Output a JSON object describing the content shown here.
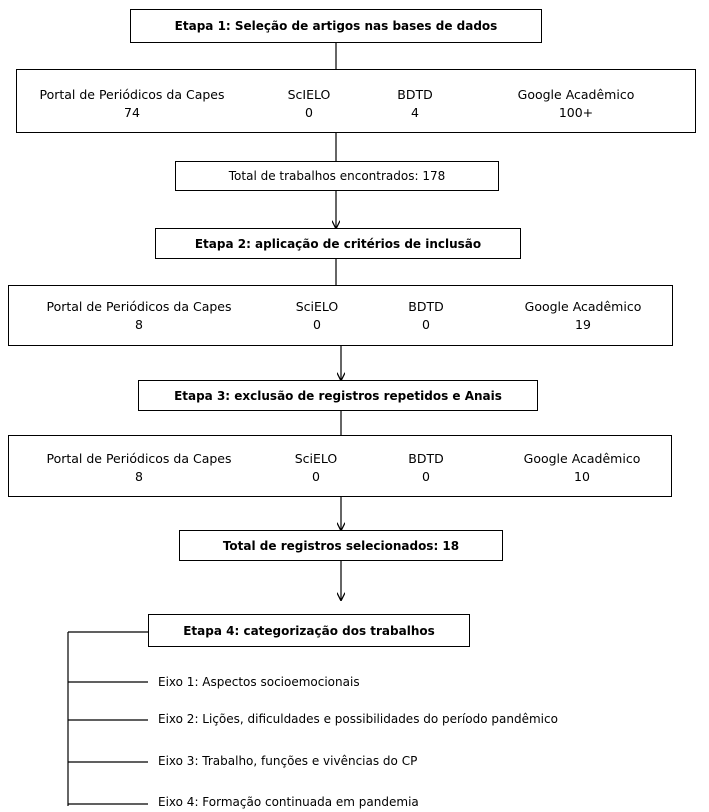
{
  "stage1": {
    "title": "Etapa 1: Seleção de artigos nas bases de dados",
    "databases": [
      {
        "name": "Portal de Periódicos da Capes",
        "count": "74"
      },
      {
        "name": "ScIELO",
        "count": "0"
      },
      {
        "name": "BDTD",
        "count": "4"
      },
      {
        "name": "Google Acadêmico",
        "count": "100+"
      }
    ],
    "total": "Total de trabalhos encontrados: 178"
  },
  "stage2": {
    "title": "Etapa 2: aplicação de critérios de inclusão",
    "databases": [
      {
        "name": "Portal de Periódicos da Capes",
        "count": "8"
      },
      {
        "name": "SciELO",
        "count": "0"
      },
      {
        "name": "BDTD",
        "count": "0"
      },
      {
        "name": "Google Acadêmico",
        "count": "19"
      }
    ]
  },
  "stage3": {
    "title": "Etapa 3: exclusão de registros repetidos e Anais",
    "databases": [
      {
        "name": "Portal de Periódicos da Capes",
        "count": "8"
      },
      {
        "name": "SciELO",
        "count": "0"
      },
      {
        "name": "BDTD",
        "count": "0"
      },
      {
        "name": "Google Acadêmico",
        "count": "10"
      }
    ],
    "total": "Total de registros selecionados: 18"
  },
  "stage4": {
    "title": "Etapa 4: categorização dos trabalhos",
    "axes": [
      "Eixo 1: Aspectos socioemocionais",
      "Eixo 2: Lições, dificuldades e possibilidades do período pandêmico",
      "Eixo 3: Trabalho, funções e vivências do CP",
      "Eixo 4: Formação continuada em pandemia"
    ]
  }
}
